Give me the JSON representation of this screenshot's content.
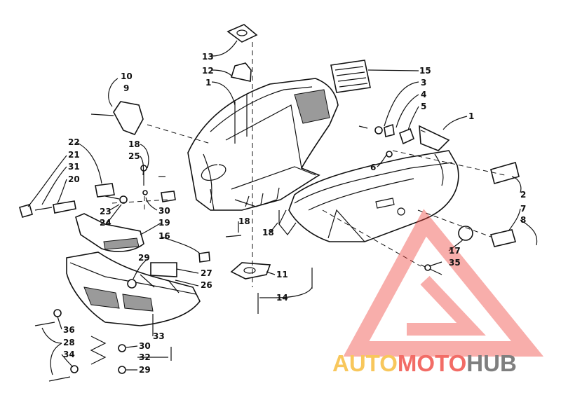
{
  "diagram": {
    "callouts": [
      {
        "id": "c13",
        "text": "13"
      },
      {
        "id": "c12",
        "text": "12"
      },
      {
        "id": "c1a",
        "text": "1"
      },
      {
        "id": "c10",
        "text": "10"
      },
      {
        "id": "c9",
        "text": "9"
      },
      {
        "id": "c15",
        "text": "15"
      },
      {
        "id": "c3",
        "text": "3"
      },
      {
        "id": "c4",
        "text": "4"
      },
      {
        "id": "c5",
        "text": "5"
      },
      {
        "id": "c1b",
        "text": "1"
      },
      {
        "id": "c22",
        "text": "22"
      },
      {
        "id": "c21",
        "text": "21"
      },
      {
        "id": "c31",
        "text": "31"
      },
      {
        "id": "c20",
        "text": "20"
      },
      {
        "id": "c18a",
        "text": "18"
      },
      {
        "id": "c25",
        "text": "25"
      },
      {
        "id": "c6",
        "text": "6"
      },
      {
        "id": "c2",
        "text": "2"
      },
      {
        "id": "c23",
        "text": "23"
      },
      {
        "id": "c24",
        "text": "24"
      },
      {
        "id": "c30a",
        "text": "30"
      },
      {
        "id": "c19",
        "text": "19"
      },
      {
        "id": "c16",
        "text": "16"
      },
      {
        "id": "c18b",
        "text": "18"
      },
      {
        "id": "c18c",
        "text": "18"
      },
      {
        "id": "c7",
        "text": "7"
      },
      {
        "id": "c8",
        "text": "8"
      },
      {
        "id": "c17",
        "text": "17"
      },
      {
        "id": "c35",
        "text": "35"
      },
      {
        "id": "c29a",
        "text": "29"
      },
      {
        "id": "c27",
        "text": "27"
      },
      {
        "id": "c26",
        "text": "26"
      },
      {
        "id": "c11",
        "text": "11"
      },
      {
        "id": "c14",
        "text": "14"
      },
      {
        "id": "c36",
        "text": "36"
      },
      {
        "id": "c28",
        "text": "28"
      },
      {
        "id": "c34",
        "text": "34"
      },
      {
        "id": "c33",
        "text": "33"
      },
      {
        "id": "c30b",
        "text": "30"
      },
      {
        "id": "c32",
        "text": "32"
      },
      {
        "id": "c29b",
        "text": "29"
      }
    ]
  },
  "watermark": {
    "part1": "AUTO",
    "part2": "MOTO",
    "part3": "HUB",
    "color_triangle": "#ee3b33",
    "color_auto": "#f6b526",
    "color_moto": "#ee3b33",
    "color_hub": "#555555"
  }
}
